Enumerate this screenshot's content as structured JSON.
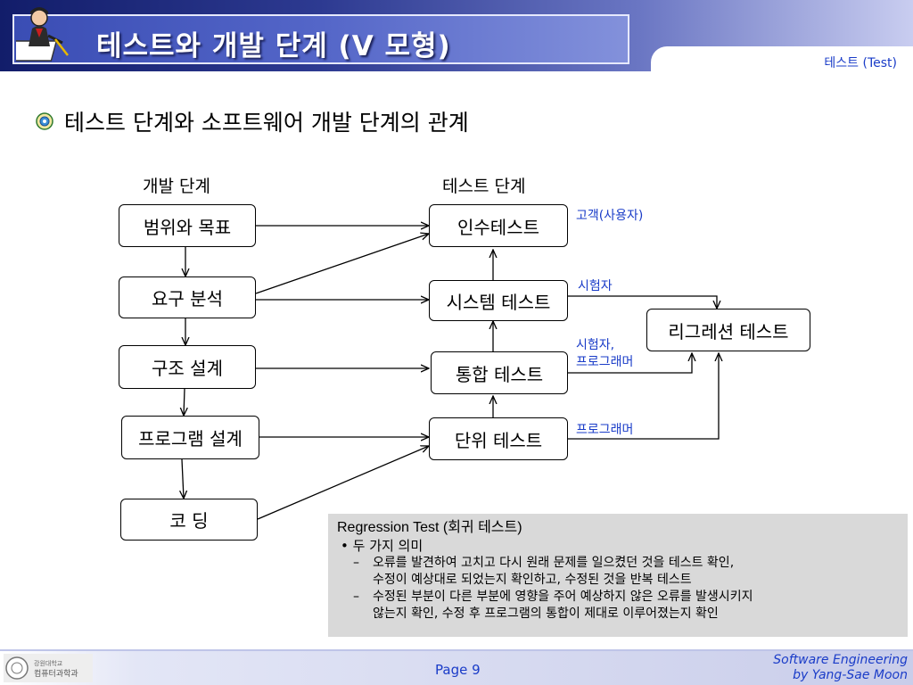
{
  "header": {
    "title": "테스트와 개발 단계 (V 모형)",
    "breadcrumb": "테스트 (Test)",
    "icon": "presenter-at-desk-icon"
  },
  "section": {
    "heading": "테스트 단계와 소프트웨어 개발 단계의 관계",
    "bullet_icon": "emblem-bullet-icon"
  },
  "diagram": {
    "dev_column_label": "개발 단계",
    "test_column_label": "테스트 단계",
    "dev_stages": [
      "범위와 목표",
      "요구 분석",
      "구조 설계",
      "프로그램 설계",
      "코 딩"
    ],
    "test_stages": [
      "인수테스트",
      "시스템 테스트",
      "통합 테스트",
      "단위 테스트"
    ],
    "regression_box": "리그레션 테스트",
    "notes": {
      "acceptance": "고객(사용자)",
      "system": "시험자",
      "integration_line1": "시험자,",
      "integration_line2": "프로그래머",
      "unit": "프로그래머"
    }
  },
  "regression_panel": {
    "title": "Regression Test (회귀 테스트)",
    "bullet": "두 가지 의미",
    "items": [
      {
        "line1": "오류를 발견하여 고치고 다시 원래 문제를 일으켰던 것을 테스트 확인,",
        "line2": "수정이 예상대로 되었는지 확인하고, 수정된 것을 반복 테스트"
      },
      {
        "line1": "수정된 부분이 다른 부분에 영향을 주어 예상하지 않은 오류를 발생시키지",
        "line2": "않는지 확인, 수정 후 프로그램의 통합이 제대로 이루어졌는지 확인"
      }
    ]
  },
  "footer": {
    "logo_text_line1": "강원대학교",
    "logo_text_line2": "컴퓨터과학과",
    "page": "Page 9",
    "credit_line1": "Software Engineering",
    "credit_line2": "by Yang-Sae Moon"
  },
  "colors": {
    "accent_blue": "#1a3cc8",
    "header_dark": "#121d6a",
    "panel_gray": "#d9d9d9"
  }
}
